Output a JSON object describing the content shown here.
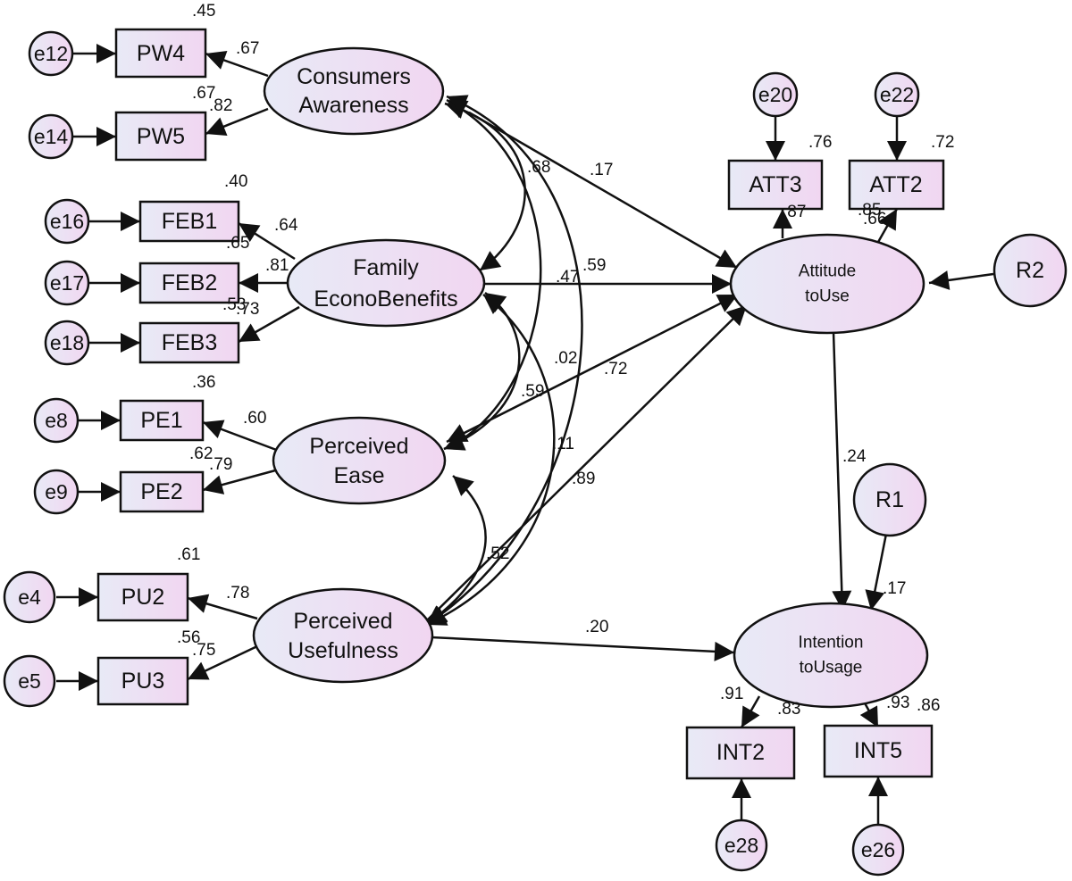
{
  "nodes": {
    "e12": "e12",
    "e14": "e14",
    "e16": "e16",
    "e17": "e17",
    "e18": "e18",
    "e8": "e8",
    "e9": "e9",
    "e4": "e4",
    "e5": "e5",
    "e20": "e20",
    "e22": "e22",
    "e28": "e28",
    "e26": "e26",
    "R1": "R1",
    "R2": "R2",
    "PW4": "PW4",
    "PW5": "PW5",
    "FEB1": "FEB1",
    "FEB2": "FEB2",
    "FEB3": "FEB3",
    "PE1": "PE1",
    "PE2": "PE2",
    "PU2": "PU2",
    "PU3": "PU3",
    "ATT3": "ATT3",
    "ATT2": "ATT2",
    "INT2": "INT2",
    "INT5": "INT5",
    "CA": [
      "Consumers",
      "Awareness"
    ],
    "FEB": [
      "Family",
      "EconoBenefits"
    ],
    "PE": [
      "Perceived",
      "Ease"
    ],
    "PU": [
      "Perceived",
      "Usefulness"
    ],
    "ATT": [
      "Attitude",
      "toUse"
    ],
    "INT": [
      "Intention",
      "toUsage"
    ]
  },
  "coefficients": {
    "r2_PW4": ".45",
    "load_PW4": ".67",
    "r2_PW5": ".67",
    "load_PW5": ".82",
    "r2_FEB1": ".40",
    "load_FEB1": ".64",
    "r2_FEB2": ".65",
    "load_FEB2": ".81",
    "r2_FEB3": ".53",
    "load_FEB3": ".73",
    "r2_PE1": ".36",
    "load_PE1": ".60",
    "r2_PE2": ".62",
    "load_PE2": ".79",
    "r2_PU2": ".61",
    "load_PU2": ".78",
    "r2_PU3": ".56",
    "load_PU3": ".75",
    "r2_ATT3": ".76",
    "load_ATT3": ".87",
    "r2_ATT2": ".72",
    "load_ATT2": ".85",
    "r2_ATT2_overlap": ".66",
    "r2_INT2": ".91",
    "load_INT2": ".83",
    "r2_INT5": ".93",
    "load_INT5": ".86",
    "corr_CA_FEB": ".68",
    "path_CA_ATT": ".17",
    "corr_CA_PU": ".59",
    "path_FEB_ATT": ".47",
    "path_PE_ATT": ".02",
    "path_PU_ATT": ".72",
    "corr_FEB_PE": ".59",
    "corr_FEB_PU": ".11",
    "corr_CA_PE": ".89",
    "corr_PE_PU": ".52",
    "path_ATT_INT": ".24",
    "r2_INT": ".17",
    "path_PU_INT": ".20"
  },
  "colors": {
    "fill_light": "#e8eaf6",
    "fill_pink": "#f1d6f1",
    "stroke": "#111111"
  }
}
